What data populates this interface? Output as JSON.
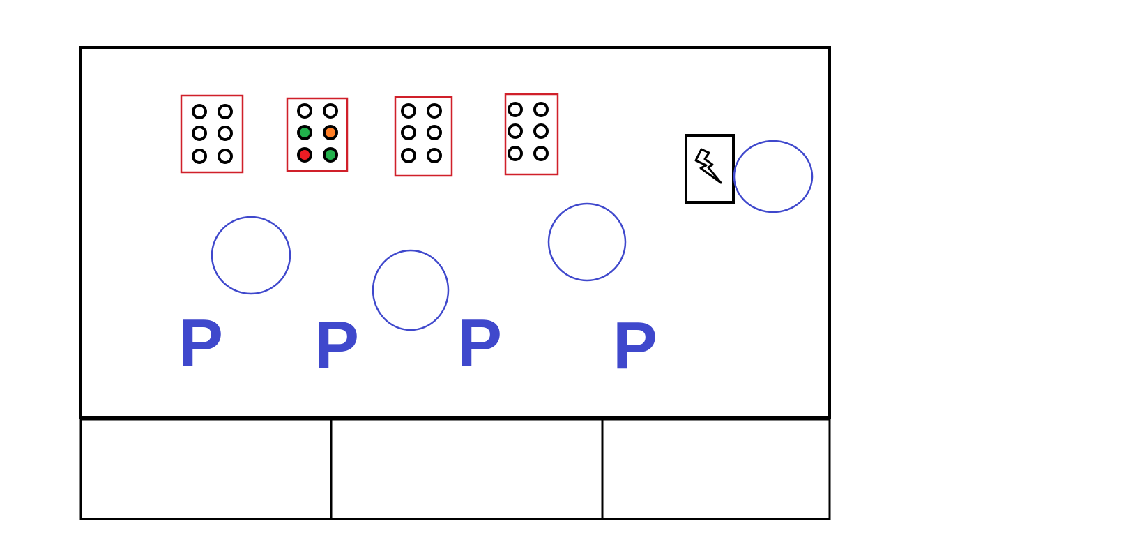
{
  "colors": {
    "background": "#ffffff",
    "outline": "#000000",
    "panel_border": "#d0202a",
    "circle_stroke": "#3f48cc",
    "parking_text": "#3f48cc",
    "indicator_empty": "#ffffff",
    "indicator_green": "#22b14c",
    "indicator_orange": "#ff7f27",
    "indicator_red": "#ed1c24"
  },
  "indicator_panels": [
    {
      "lights": [
        "empty",
        "empty",
        "empty",
        "empty",
        "empty",
        "empty"
      ]
    },
    {
      "lights": [
        "empty",
        "empty",
        "green",
        "orange",
        "red",
        "green"
      ]
    },
    {
      "lights": [
        "empty",
        "empty",
        "empty",
        "empty",
        "empty",
        "empty"
      ]
    },
    {
      "lights": [
        "empty",
        "empty",
        "empty",
        "empty",
        "empty",
        "empty"
      ]
    }
  ],
  "parking_labels": [
    "P",
    "P",
    "P",
    "P"
  ],
  "power_icon": "lightning-bolt-icon",
  "bottom_sections": 3
}
